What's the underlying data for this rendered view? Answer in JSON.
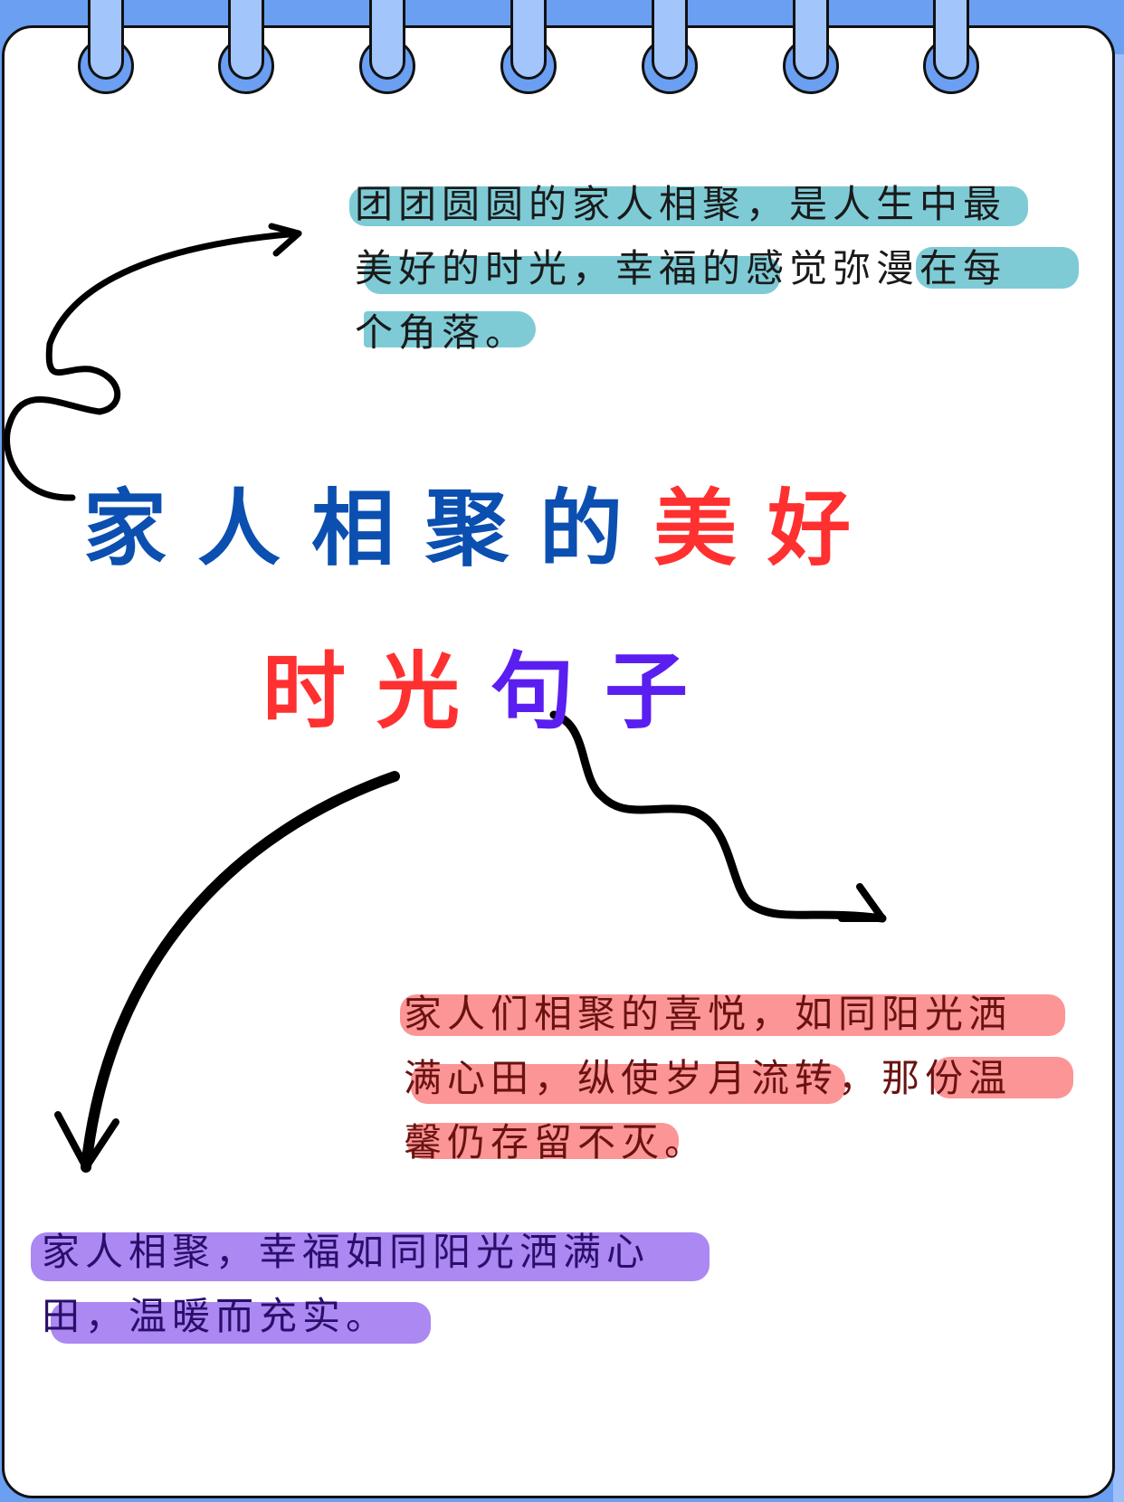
{
  "colors": {
    "background": "#6a9ff2",
    "ring_fill": "#a2c5fb",
    "title_blue": "#0b4fb0",
    "title_red": "#ff3030",
    "title_purple": "#5a1ff0",
    "highlight_teal": "#7ecbd6",
    "highlight_pink": "#fc9595",
    "highlight_purple": "#ab88f2"
  },
  "title": {
    "line1_blue": "家人相聚的",
    "line1_red": "美好",
    "line2_red": "时光",
    "line2_purple": "句子"
  },
  "quotes": {
    "top": {
      "lines": [
        "团团圆圆的家人相聚，是人生中最",
        "美好的时光，幸福的感觉弥漫在每",
        "个角落。"
      ]
    },
    "middle": {
      "lines": [
        "家人们相聚的喜悦，如同阳光洒",
        "满心田，纵使岁月流转，那份温",
        "馨仍存留不灭。"
      ]
    },
    "bottom": {
      "lines": [
        "家人相聚，幸福如同阳光洒满心",
        "田，温暖而充实。"
      ]
    }
  }
}
